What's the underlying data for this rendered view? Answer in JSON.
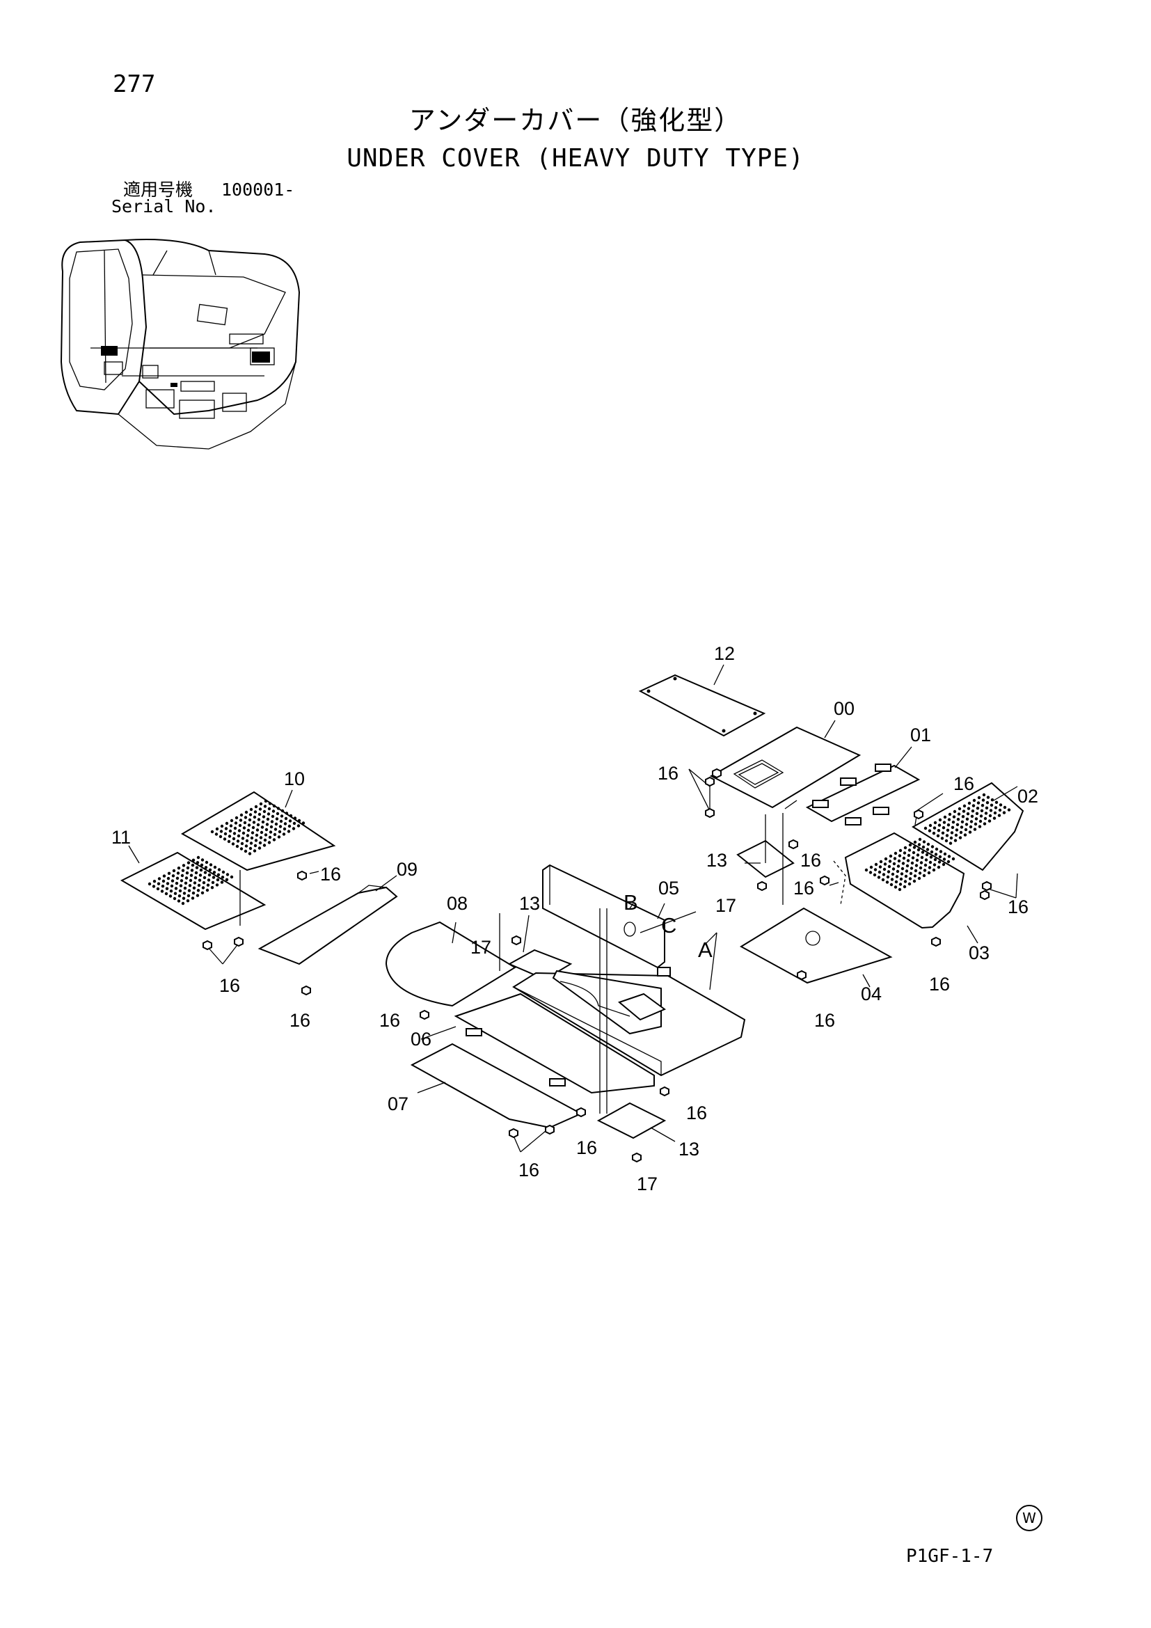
{
  "header": {
    "page_number": "277",
    "title_ja": "アンダーカバー（強化型）",
    "title_en": "UNDER COVER (HEAVY DUTY TYPE)",
    "serial_label_ja": "適用号機",
    "serial_range": "100001-",
    "serial_label_en": "Serial No."
  },
  "callouts": [
    {
      "id": "c12",
      "label": "12"
    },
    {
      "id": "c00",
      "label": "00"
    },
    {
      "id": "c01",
      "label": "01"
    },
    {
      "id": "c16a",
      "label": "16"
    },
    {
      "id": "c16b",
      "label": "16"
    },
    {
      "id": "c02",
      "label": "02"
    },
    {
      "id": "c10",
      "label": "10"
    },
    {
      "id": "c11",
      "label": "11"
    },
    {
      "id": "c16c",
      "label": "16"
    },
    {
      "id": "c09",
      "label": "09"
    },
    {
      "id": "c13a",
      "label": "13"
    },
    {
      "id": "c16d",
      "label": "16"
    },
    {
      "id": "c17a",
      "label": "17"
    },
    {
      "id": "c16e",
      "label": "16"
    },
    {
      "id": "c16f",
      "label": "16"
    },
    {
      "id": "c08",
      "label": "08"
    },
    {
      "id": "c13b",
      "label": "13"
    },
    {
      "id": "cB",
      "label": "B"
    },
    {
      "id": "c05",
      "label": "05"
    },
    {
      "id": "cC",
      "label": "C"
    },
    {
      "id": "cA",
      "label": "A"
    },
    {
      "id": "c17b",
      "label": "17"
    },
    {
      "id": "c03",
      "label": "03"
    },
    {
      "id": "c16g",
      "label": "16"
    },
    {
      "id": "c04",
      "label": "04"
    },
    {
      "id": "c16h",
      "label": "16"
    },
    {
      "id": "c16i",
      "label": "16"
    },
    {
      "id": "c16j",
      "label": "16"
    },
    {
      "id": "c16k",
      "label": "16"
    },
    {
      "id": "c06",
      "label": "06"
    },
    {
      "id": "c07",
      "label": "07"
    },
    {
      "id": "c16l",
      "label": "16"
    },
    {
      "id": "c16m",
      "label": "16"
    },
    {
      "id": "c13c",
      "label": "13"
    },
    {
      "id": "c16n",
      "label": "16"
    },
    {
      "id": "c17c",
      "label": "17"
    }
  ],
  "footer": {
    "mark": "W",
    "code": "P1GF-1-7"
  }
}
